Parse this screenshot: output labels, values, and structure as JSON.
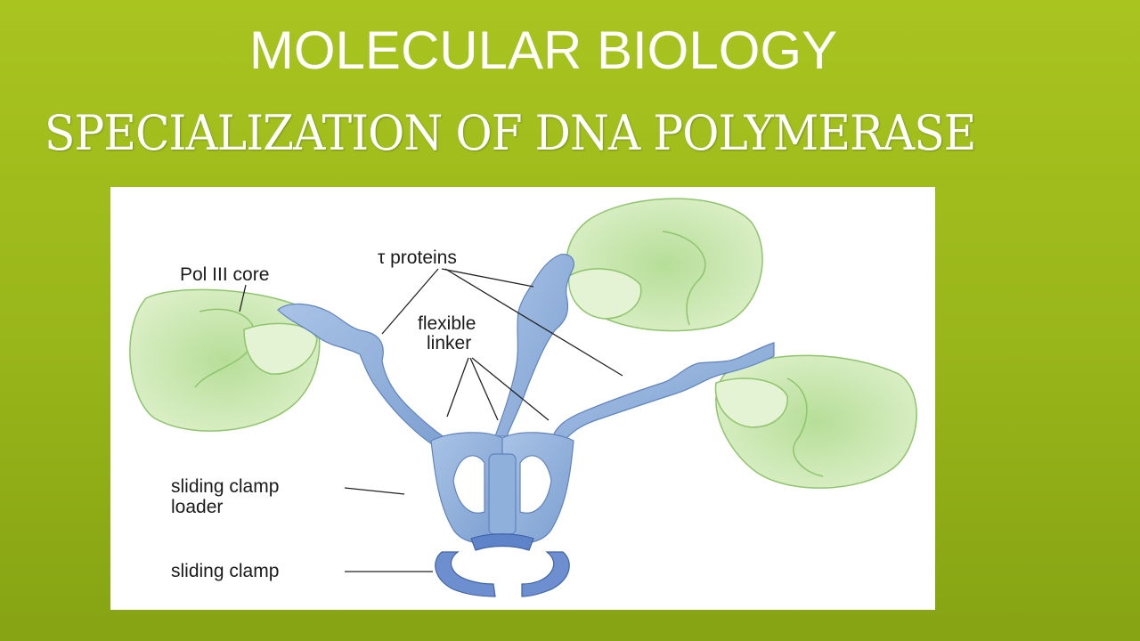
{
  "header": {
    "title": "MOLECULAR BIOLOGY",
    "subtitle": "SPECIALIZATION OF DNA POLYMERASE"
  },
  "diagram": {
    "labels": {
      "pol_core": "Pol III core",
      "tau": "τ proteins",
      "linker_line1": "flexible",
      "linker_line2": "linker",
      "loader_line1": "sliding clamp",
      "loader_line2": "loader",
      "clamp": "sliding clamp"
    },
    "colors": {
      "background": "#9bb91b",
      "core_fill": "#cfe9b5",
      "protein_fill": "#8fb0da",
      "clamp_fill": "#5f83c9"
    }
  }
}
